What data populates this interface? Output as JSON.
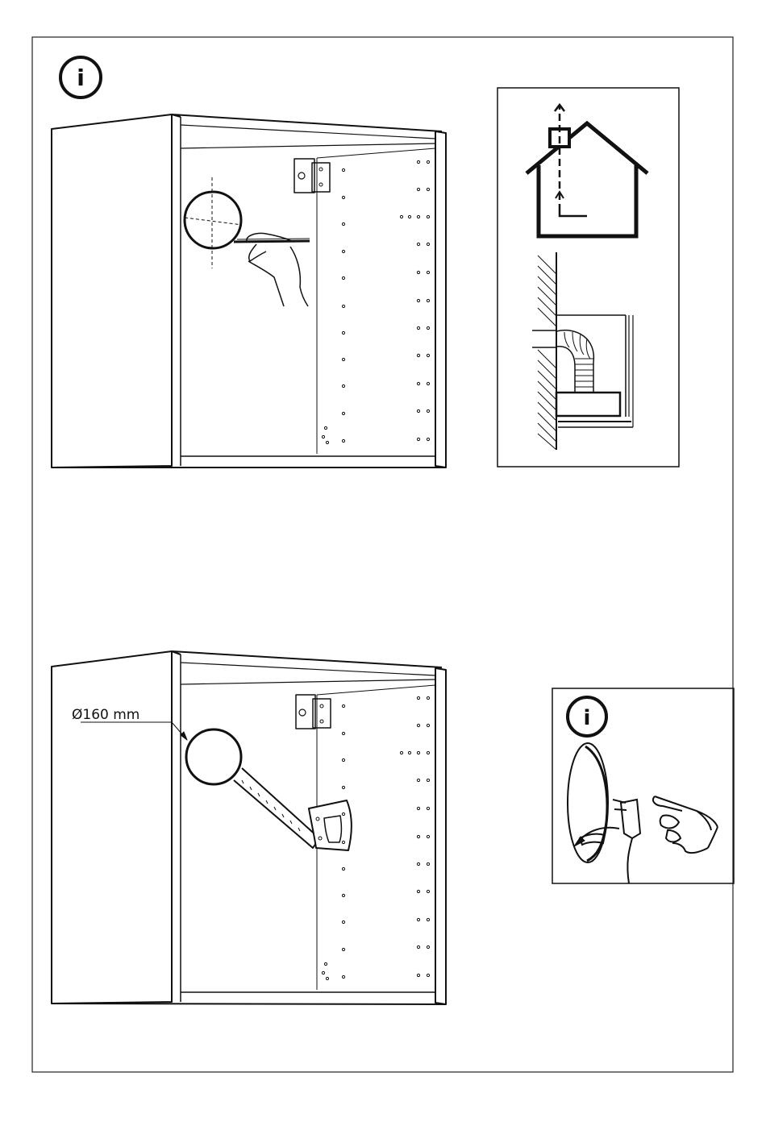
{
  "page": {
    "title": "",
    "info_icon_glyph": "i",
    "panels": [
      {
        "id": "step-1",
        "icon": "info-icon",
        "illustration": "mark-hole-with-pencil"
      },
      {
        "id": "venting-info",
        "icon": "house-vent-icon",
        "illustration": "duct-through-wall"
      },
      {
        "id": "step-2",
        "illustration": "saw-hole-in-cabinet"
      },
      {
        "id": "power-info",
        "icon": "info-icon",
        "illustration": "unplug-before-work"
      }
    ]
  },
  "dimension": {
    "hole_diameter_label": "Ø160 mm",
    "value": 160,
    "unit": "mm"
  },
  "colors": {
    "line": "#111111",
    "background": "#ffffff"
  }
}
